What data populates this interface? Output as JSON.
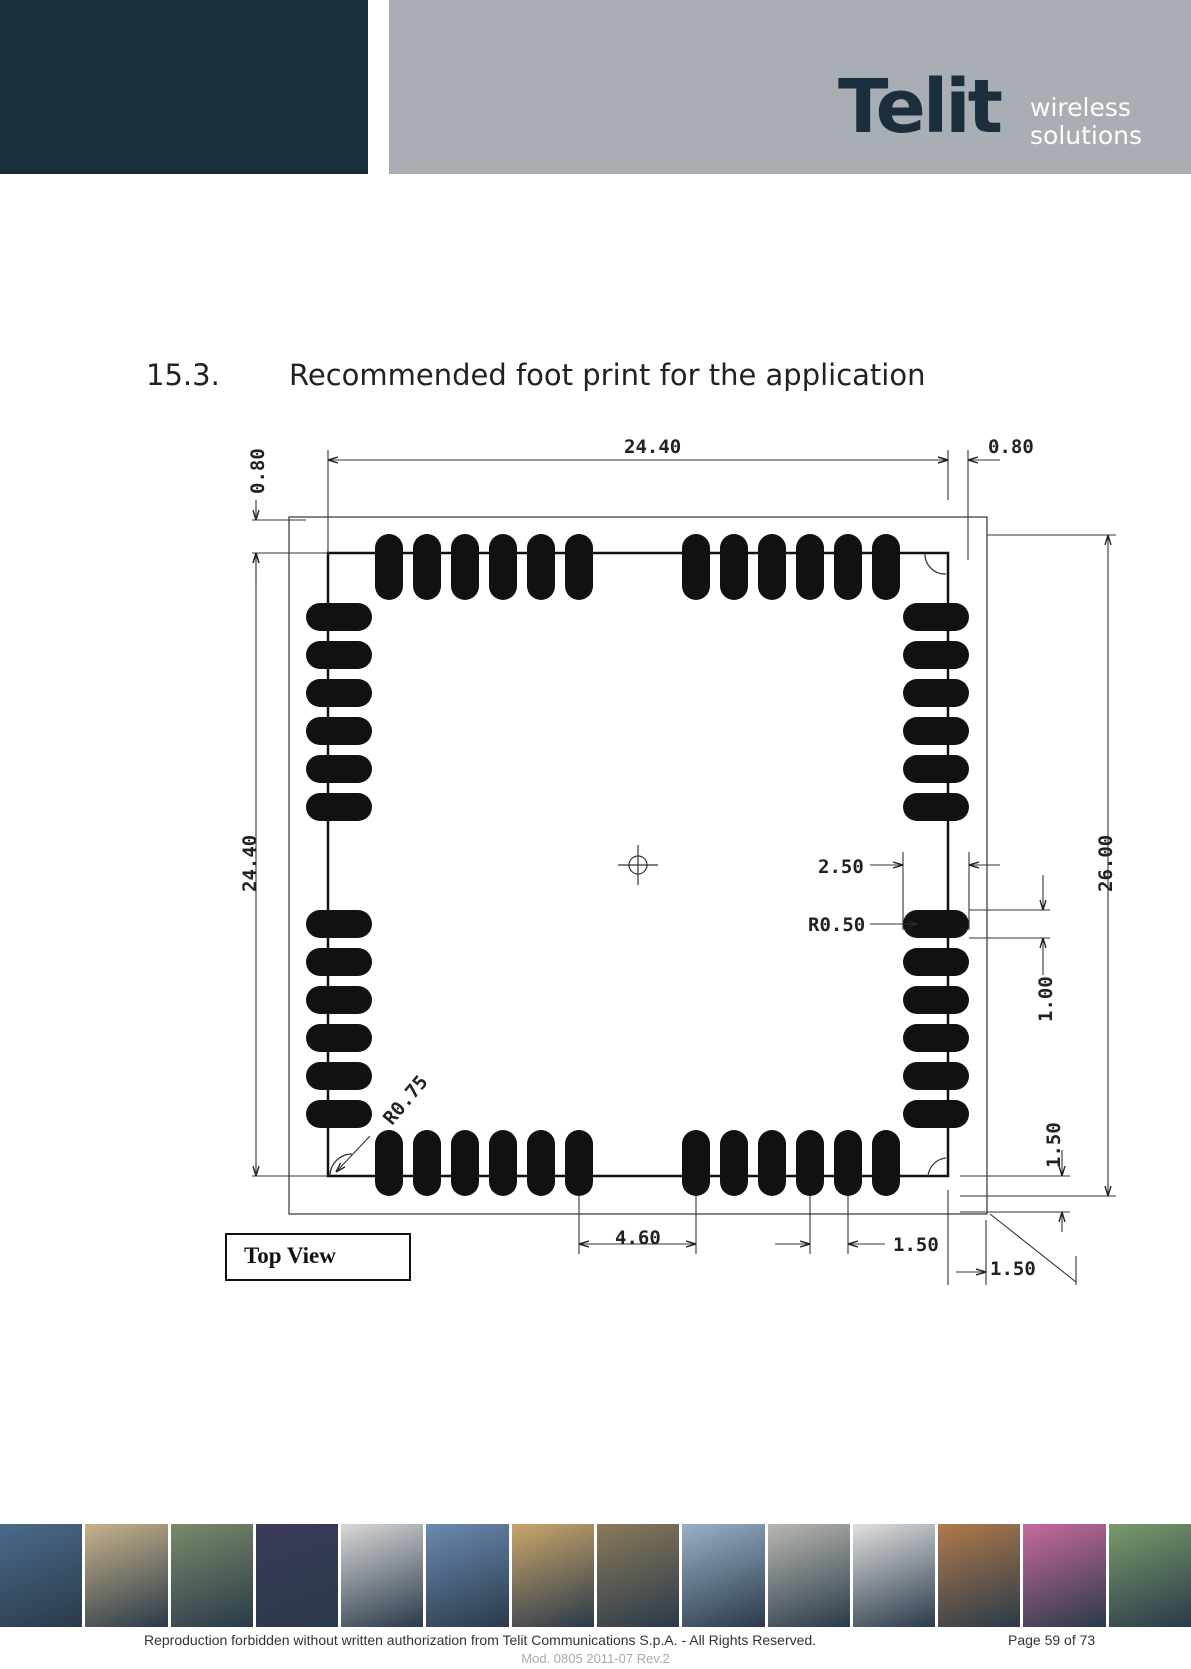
{
  "header": {
    "logo_word": "Telit",
    "tagline_1": "wireless",
    "tagline_2": "solutions"
  },
  "section": {
    "number": "15.3.",
    "title": "Recommended foot print for the application"
  },
  "drawing": {
    "dims": {
      "top_width": "24.40",
      "top_right": "0.80",
      "left_vertical_top": "0.80",
      "left_height": "24.40",
      "right_height": "26.00",
      "pad_length": "2.50",
      "pad_radius": "R0.50",
      "pad_width": "1.00",
      "corner_radius": "R0.75",
      "gap_bottom": "4.60",
      "pitch_bottom": "1.50",
      "offset_bottom_right": "1.50",
      "offset_right_bottom": "1.50"
    },
    "view_label": "Top View"
  },
  "photos": [
    {
      "color": "#4a6a8a"
    },
    {
      "color": "#c7b38a"
    },
    {
      "color": "#7a8a6a"
    },
    {
      "color": "#3a3a5a"
    },
    {
      "color": "#d8d8d8"
    },
    {
      "color": "#6a8ab0"
    },
    {
      "color": "#caa66a"
    },
    {
      "color": "#8a7a5a"
    },
    {
      "color": "#9ab0c8"
    },
    {
      "color": "#b8b8b0"
    },
    {
      "color": "#e0e0e0"
    },
    {
      "color": "#b07a4a"
    },
    {
      "color": "#c86a9a"
    },
    {
      "color": "#7a9a6a"
    }
  ],
  "footer": {
    "text": "Reproduction forbidden without written authorization from Telit Communications S.p.A. - All Rights Reserved.",
    "page": "Page 59 of 73",
    "mod": "Mod. 0805 2011-07 Rev.2"
  }
}
